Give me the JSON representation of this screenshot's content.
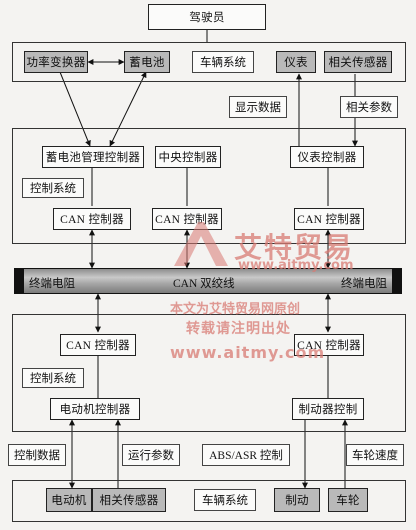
{
  "driver": "驾驶员",
  "top": {
    "power_converter": "功率变换器",
    "battery": "蓄电池",
    "vehicle_system": "车辆系统",
    "instrument": "仪表",
    "related_sensor": "相关传感器",
    "display_data": "显示数据",
    "related_params": "相关参数"
  },
  "control_upper": {
    "bms_controller": "蓄电池管理控制器",
    "central_controller": "中央控制器",
    "instrument_controller": "仪表控制器",
    "control_system": "控制系统",
    "can_1": "CAN 控制器",
    "can_2": "CAN 控制器",
    "can_3": "CAN 控制器"
  },
  "bus": {
    "left_terminal": "终端电阻",
    "center": "CAN 双绞线",
    "right_terminal": "终端电阻"
  },
  "control_lower": {
    "can_left": "CAN 控制器",
    "can_right": "CAN 控制器",
    "control_system": "控制系统",
    "motor_controller": "电动机控制器",
    "brake_controller": "制动器控制"
  },
  "signals": {
    "control_data": "控制数据",
    "run_params": "运行参数",
    "abs_asr": "ABS/ASR 控制",
    "wheel_speed": "车轮速度"
  },
  "bottom": {
    "motor": "电动机",
    "related_sensor": "相关传感器",
    "vehicle_system": "车辆系统",
    "brake": "制动",
    "wheel": "车轮"
  },
  "watermark": {
    "brand": "艾特贸易",
    "url1": "www.aitmy.com",
    "note1": "本文为艾特贸易网原创",
    "note2": "转载请注明出处",
    "url2": "www.aitmy.com"
  },
  "colors": {
    "shaded_box": "#b9b9b9",
    "bus_gray": "#a7a7a7",
    "watermark_red": "#d97b74"
  }
}
